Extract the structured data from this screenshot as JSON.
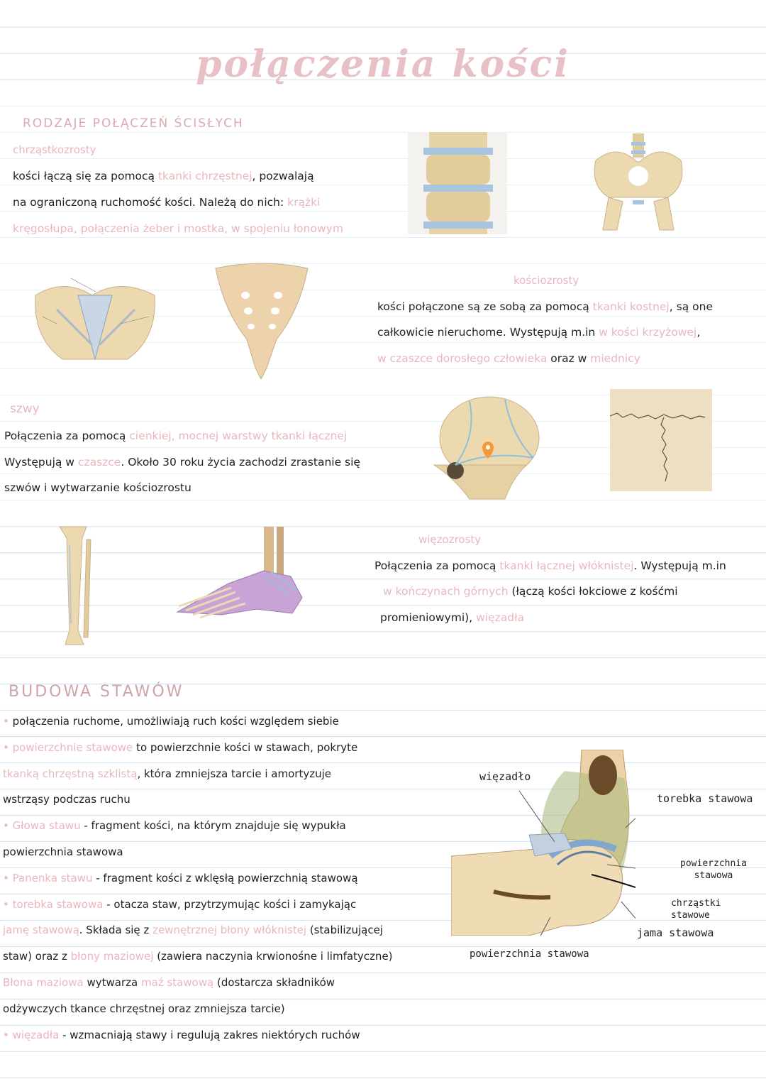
{
  "title": "połączenia kości",
  "section1": {
    "heading": "RODZAJE POŁĄCZEŃ ŚCISŁYCH",
    "chrzastko": {
      "subheading": "chrząstkozrosty",
      "l1a": "kości łączą się za pomocą ",
      "l1b": "tkanki chrzęstnej",
      "l1c": ", pozwalają",
      "l2a": "na ograniczoną ruchomość kości. Należą do nich: ",
      "l2b": "krążki",
      "l3": "kręgosłupa, połączenia żeber i mostka, w spojeniu łonowym"
    },
    "koscio": {
      "subheading": "kościozrosty",
      "l1a": "kości połączone są ze sobą za pomocą ",
      "l1b": "tkanki kostnej",
      "l1c": ", są one",
      "l2a": "całkowicie nieruchome. Występują m.in ",
      "l2b": "w kości krzyżowej",
      "l2c": ",",
      "l3a": "w czaszce dorosłego człowieka",
      "l3b": " oraz w ",
      "l3c": "miednicy"
    },
    "szwy": {
      "subheading": "szwy",
      "l1a": "Połączenia za pomocą ",
      "l1b": "cienkiej, mocnej warstwy tkanki łącznej",
      "l2a": "Występują w ",
      "l2b": "czaszce",
      "l2c": ". Około 30 roku życia zachodzi zrastanie się",
      "l3": "szwów i wytwarzanie kościozrostu"
    },
    "wiezo": {
      "subheading": "więzozrosty",
      "l1a": "Połączenia za pomocą ",
      "l1b": "tkanki łącznej włóknistej",
      "l1c": ". Występują m.in",
      "l2a": "w kończynach górnych",
      "l2b": " (łączą kości łokciowe z kośćmi",
      "l3a": "promieniowymi), ",
      "l3b": "więzadła"
    }
  },
  "section2": {
    "heading": "BUDOWA STAWÓW",
    "lines": [
      {
        "parts": [
          {
            "t": "połączenia ruchome, umożliwiają ruch kości względem siebie",
            "pink": false
          }
        ],
        "bullet": true
      },
      {
        "parts": [
          {
            "t": "powierzchnie stawowe",
            "pink": true
          },
          {
            "t": " to powierzchnie kości w stawach, pokryte",
            "pink": false
          }
        ],
        "bullet": true
      },
      {
        "parts": [
          {
            "t": "tkanką chrzęstną szklistą",
            "pink": true
          },
          {
            "t": ", która zmniejsza tarcie i amortyzuje",
            "pink": false
          }
        ],
        "bullet": false
      },
      {
        "parts": [
          {
            "t": "wstrząsy podczas ruchu",
            "pink": false
          }
        ],
        "bullet": false
      },
      {
        "parts": [
          {
            "t": "Głowa stawu",
            "pink": true
          },
          {
            "t": " - fragment kości, na którym znajduje się wypukła",
            "pink": false
          }
        ],
        "bullet": true
      },
      {
        "parts": [
          {
            "t": "powierzchnia stawowa",
            "pink": false
          }
        ],
        "bullet": false
      },
      {
        "parts": [
          {
            "t": "Panenka stawu",
            "pink": true
          },
          {
            "t": " - fragment kości z wklęsłą powierzchnią stawową",
            "pink": false
          }
        ],
        "bullet": true
      },
      {
        "parts": [
          {
            "t": "torebka stawowa",
            "pink": true
          },
          {
            "t": " - otacza staw, przytrzymując kości i zamykając",
            "pink": false
          }
        ],
        "bullet": true
      },
      {
        "parts": [
          {
            "t": "jamę stawową",
            "pink": true
          },
          {
            "t": ". Składa się z ",
            "pink": false
          },
          {
            "t": "zewnętrznej błony włóknistej",
            "pink": true
          },
          {
            "t": " (stabilizującej",
            "pink": false
          }
        ],
        "bullet": false
      },
      {
        "parts": [
          {
            "t": "staw) oraz z ",
            "pink": false
          },
          {
            "t": "błony maziowej",
            "pink": true
          },
          {
            "t": " (zawiera naczynia krwionośne i limfatyczne)",
            "pink": false
          }
        ],
        "bullet": false
      },
      {
        "parts": [
          {
            "t": "Błona maziowa",
            "pink": true
          },
          {
            "t": " wytwarza ",
            "pink": false
          },
          {
            "t": "maź stawową",
            "pink": true
          },
          {
            "t": " (dostarcza składników",
            "pink": false
          }
        ],
        "bullet": false
      },
      {
        "parts": [
          {
            "t": "odżywczych tkance chrzęstnej oraz zmniejsza tarcie)",
            "pink": false
          }
        ],
        "bullet": false
      },
      {
        "parts": [
          {
            "t": "więzadła",
            "pink": true
          },
          {
            "t": " - wzmacniają stawy i regulują zakres niektórych ruchów",
            "pink": false
          }
        ],
        "bullet": true
      }
    ]
  },
  "diagram_labels": {
    "wiezadlo": "więzadło",
    "torebka": "torebka stawowa",
    "powierzchnia_right": "powierzchnia stawowa",
    "chrzastki": "chrząstki stawowe",
    "jama": "jama stawowa",
    "powierzchnia_bottom": "powierzchnia stawowa"
  },
  "colors": {
    "pink": "#eab6bd",
    "title": "#e7c1c6",
    "rule": "#d6e6f3",
    "bone": "#ecd9b0",
    "cartilage": "#9fbfdc"
  }
}
